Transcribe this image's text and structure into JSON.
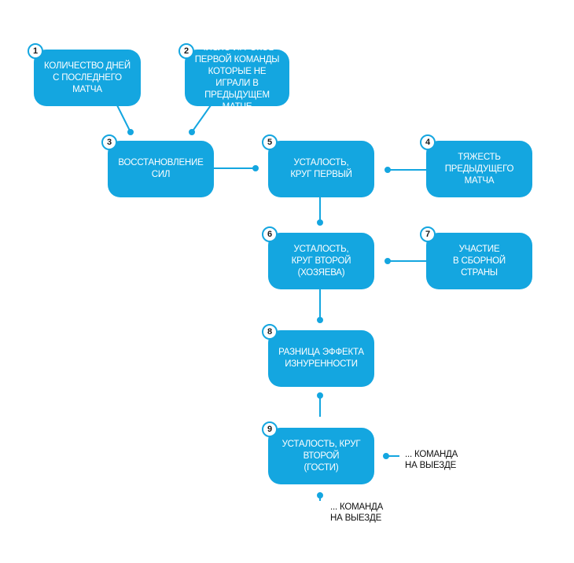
{
  "colors": {
    "node": "#14a6e0",
    "text": "#ffffff",
    "edge": "#14a6e0"
  },
  "nodes": [
    {
      "id": "1",
      "badge": "1",
      "label": "Количество дней\nс последнего матча"
    },
    {
      "id": "2",
      "badge": "2",
      "label": "Число игроков\nпервой команды\nкоторые не играли в\nпредыдущем матче"
    },
    {
      "id": "3",
      "badge": "3",
      "label": "Восстановление сил"
    },
    {
      "id": "5",
      "badge": "5",
      "label": "Усталость,\nкруг первый"
    },
    {
      "id": "4",
      "badge": "4",
      "label": "Тяжесть\nпредыдущего матча"
    },
    {
      "id": "6",
      "badge": "6",
      "label": "Усталость,\nкруг второй (хозяева)"
    },
    {
      "id": "7",
      "badge": "7",
      "label": "Участие\nв сборной страны"
    },
    {
      "id": "8",
      "badge": "8",
      "label": "Разница эффекта\nизнуренности"
    },
    {
      "id": "9",
      "badge": "9",
      "label": "Усталость, круг второй\n(гости)"
    }
  ],
  "notes": [
    {
      "id": "right",
      "text": "... команда\nна выезде"
    },
    {
      "id": "bottom",
      "text": "... команда\nна выезде"
    }
  ]
}
